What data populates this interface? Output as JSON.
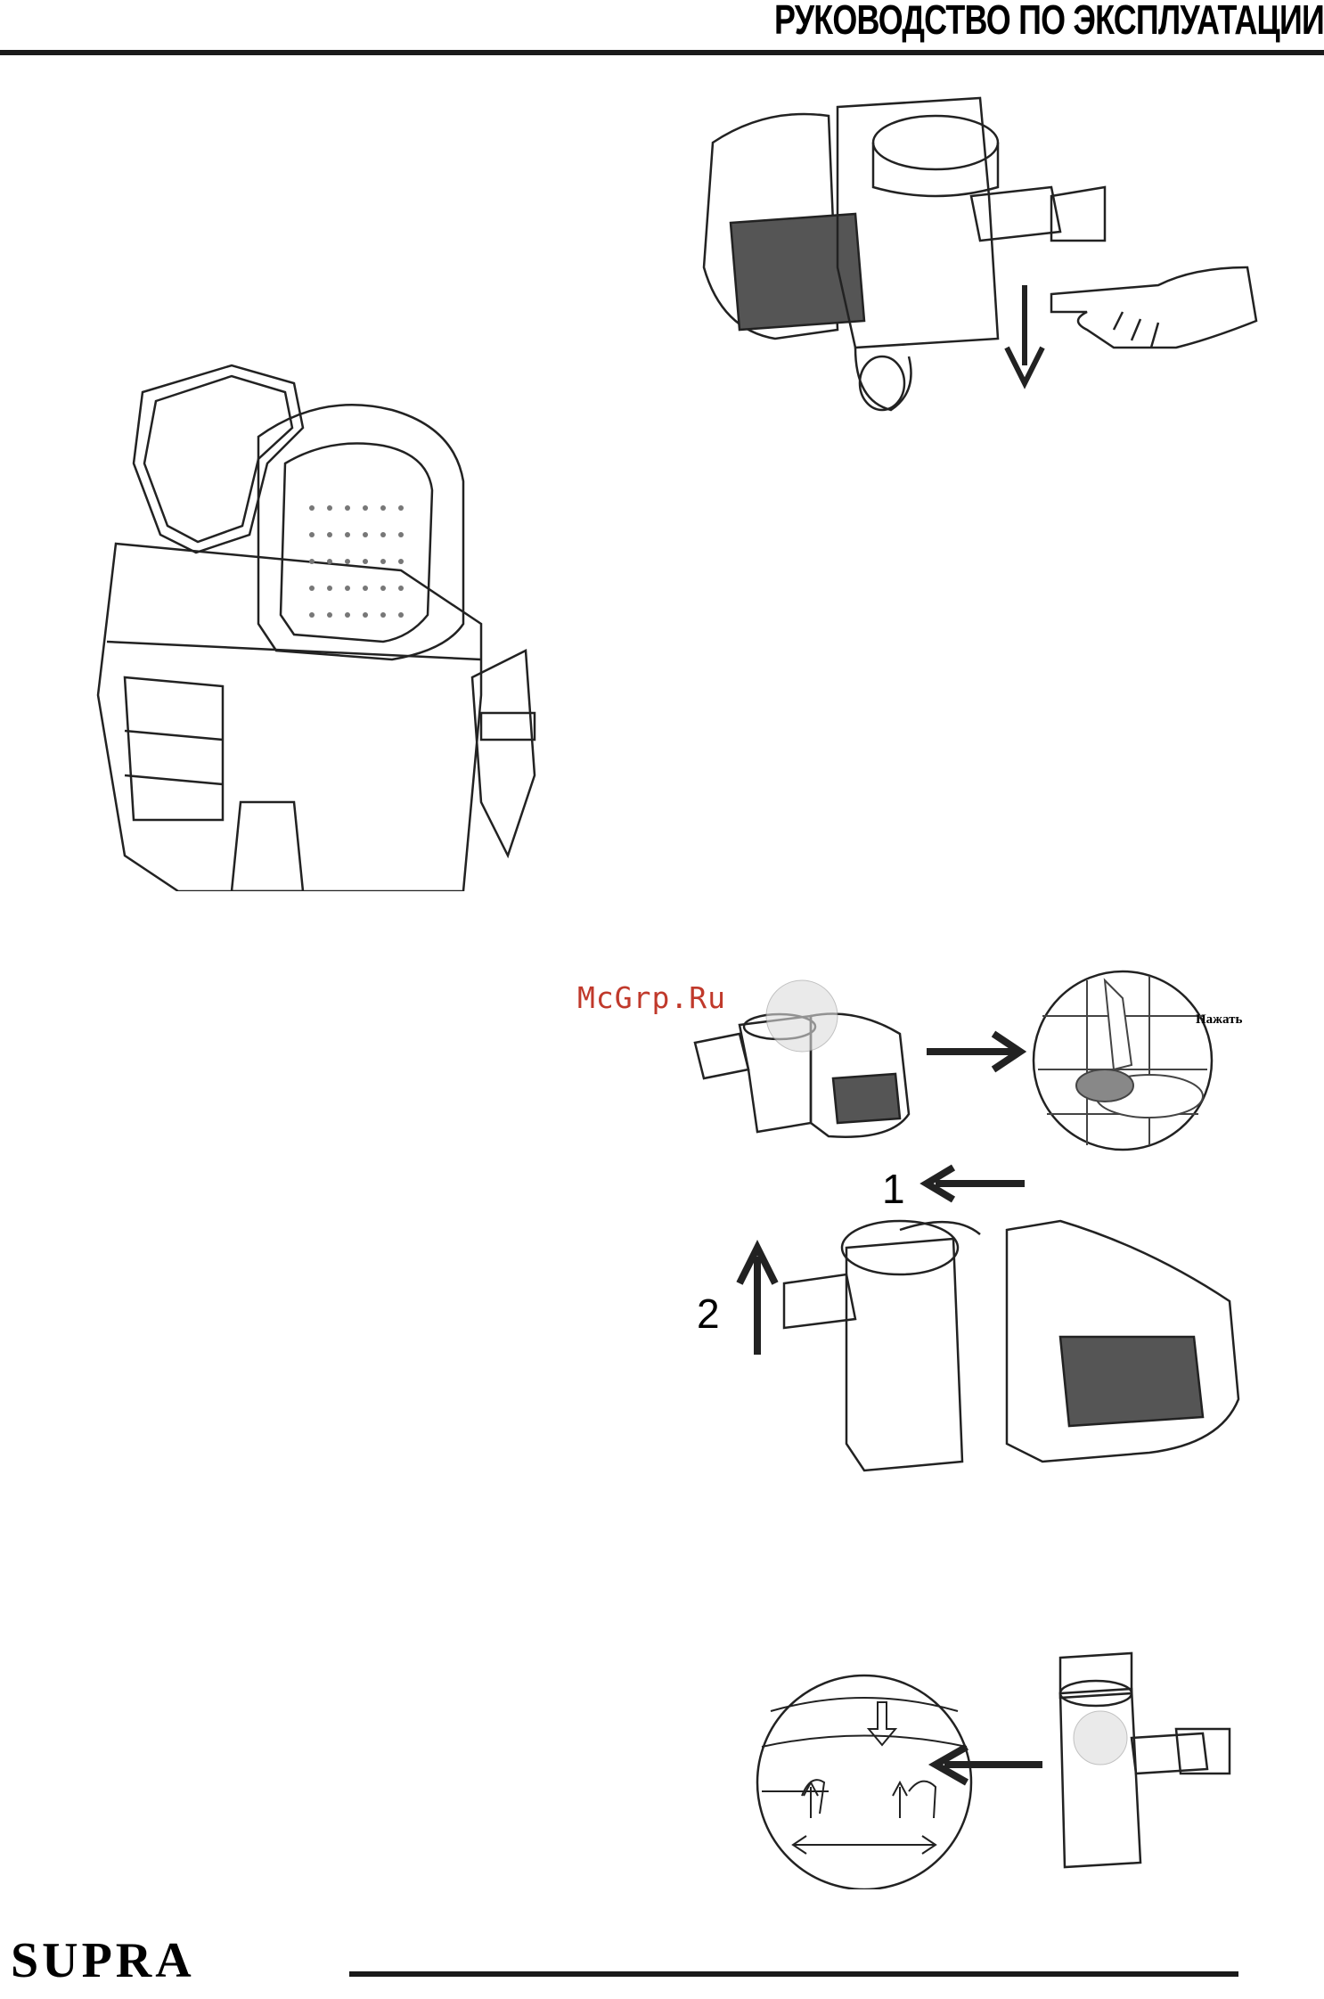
{
  "header": {
    "title": "РУКОВОДСТВО ПО ЭКСПЛУАТАЦИИ"
  },
  "watermark": {
    "text": "McGrp.Ru"
  },
  "figures": {
    "press_label": "Нажать",
    "step1": "1",
    "step2": "2"
  },
  "footer": {
    "brand": "SUPRA"
  }
}
